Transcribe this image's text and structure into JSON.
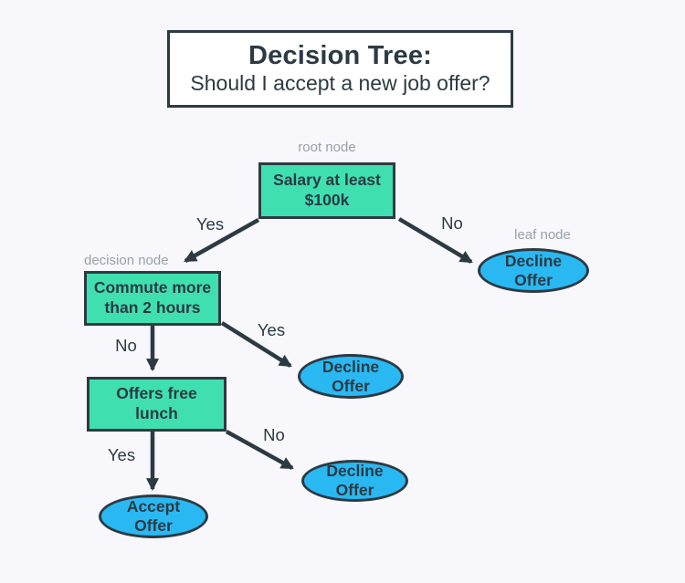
{
  "title": {
    "heading": "Decision Tree:",
    "subtitle": "Should I accept a new job offer?"
  },
  "annotations": {
    "root": "root node",
    "decision": "decision node",
    "leaf": "leaf node"
  },
  "nodes": {
    "salary": {
      "label": "Salary at least\n$100k",
      "type": "decision"
    },
    "commute": {
      "label": "Commute more\nthan 2 hours",
      "type": "decision"
    },
    "lunch": {
      "label": "Offers free\nlunch",
      "type": "decision"
    },
    "decline_top": {
      "label": "Decline\nOffer",
      "type": "leaf"
    },
    "decline_mid": {
      "label": "Decline\nOffer",
      "type": "leaf"
    },
    "decline_bottom": {
      "label": "Decline\nOffer",
      "type": "leaf"
    },
    "accept": {
      "label": "Accept\nOffer",
      "type": "leaf"
    }
  },
  "edge_labels": {
    "salary_yes": "Yes",
    "salary_no": "No",
    "commute_yes": "Yes",
    "commute_no": "No",
    "lunch_yes": "Yes",
    "lunch_no": "No"
  },
  "colors": {
    "background": "#F7F7FC",
    "decision_fill": "#40DFB0",
    "leaf_fill": "#2AB8F2",
    "stroke": "#2C3A43",
    "annotation_gray": "#99A1AA",
    "title_box_fill": "#FFFFFF"
  }
}
